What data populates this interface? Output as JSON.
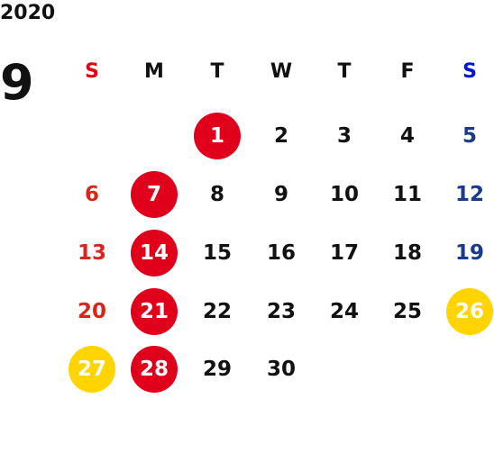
{
  "year": "2020",
  "month": "9",
  "weekdays": [
    "S",
    "M",
    "T",
    "W",
    "T",
    "F",
    "S"
  ],
  "weekday_colors": [
    "#e50012",
    "#111111",
    "#111111",
    "#111111",
    "#111111",
    "#111111",
    "#0015e0"
  ],
  "colors": {
    "sunday_text": "#d9261c",
    "saturday_text": "#1a3a8c",
    "weekday_text": "#111111",
    "red_circle": "#e0001b",
    "yellow_circle": "#ffd400",
    "circle_text": "#ffffff"
  },
  "weeks": [
    [
      {
        "d": ""
      },
      {
        "d": ""
      },
      {
        "d": "1",
        "mark": "red"
      },
      {
        "d": "2"
      },
      {
        "d": "3"
      },
      {
        "d": "4"
      },
      {
        "d": "5"
      }
    ],
    [
      {
        "d": "6"
      },
      {
        "d": "7",
        "mark": "red"
      },
      {
        "d": "8"
      },
      {
        "d": "9"
      },
      {
        "d": "10"
      },
      {
        "d": "11"
      },
      {
        "d": "12"
      }
    ],
    [
      {
        "d": "13"
      },
      {
        "d": "14",
        "mark": "red"
      },
      {
        "d": "15"
      },
      {
        "d": "16"
      },
      {
        "d": "17"
      },
      {
        "d": "18"
      },
      {
        "d": "19"
      }
    ],
    [
      {
        "d": "20"
      },
      {
        "d": "21",
        "mark": "red"
      },
      {
        "d": "22"
      },
      {
        "d": "23"
      },
      {
        "d": "24"
      },
      {
        "d": "25"
      },
      {
        "d": "26",
        "mark": "yellow"
      }
    ],
    [
      {
        "d": "27",
        "mark": "yellow"
      },
      {
        "d": "28",
        "mark": "red"
      },
      {
        "d": "29"
      },
      {
        "d": "30"
      },
      {
        "d": ""
      },
      {
        "d": ""
      },
      {
        "d": ""
      }
    ]
  ]
}
